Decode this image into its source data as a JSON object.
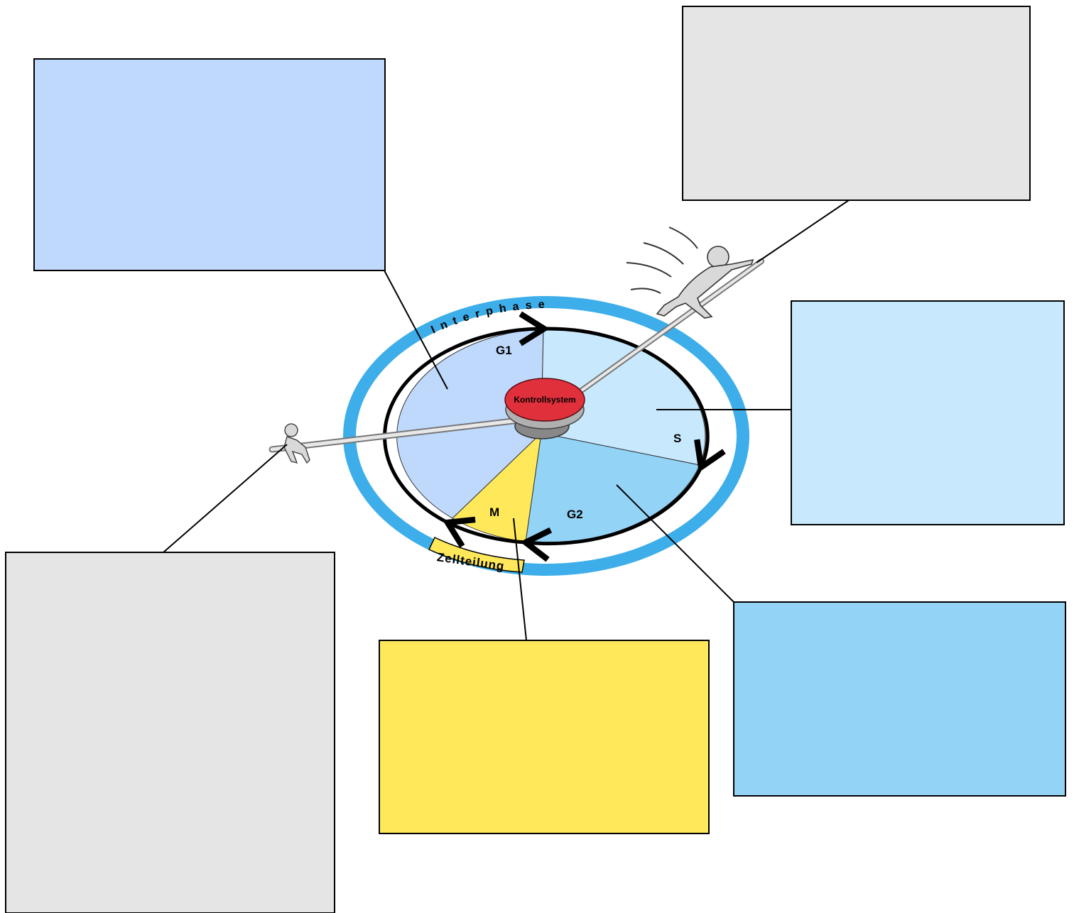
{
  "diagram": {
    "ring_label": "Interphase",
    "division_label": "Zellteilung",
    "center_label": "Kontrollsystem",
    "phases": [
      {
        "id": "g1",
        "label": "G1",
        "color": "#bfd9fd"
      },
      {
        "id": "s",
        "label": "S",
        "color": "#c8e9fd"
      },
      {
        "id": "g2",
        "label": "G2",
        "color": "#93d3f6"
      },
      {
        "id": "m",
        "label": "M",
        "color": "#ffe95a"
      }
    ],
    "colors": {
      "outer_ring": "#3daee9",
      "division_band": "#ffe95a",
      "center_button": "#e0303c",
      "box_gray": "#e5e5e5",
      "box_g1": "#bfd9fd",
      "box_s": "#c8e9fd",
      "box_g2": "#93d3f6",
      "box_m": "#ffe95a"
    },
    "boxes": [
      {
        "id": "box-g1",
        "text": ""
      },
      {
        "id": "box-top-right",
        "text": ""
      },
      {
        "id": "box-s",
        "text": ""
      },
      {
        "id": "box-g2",
        "text": ""
      },
      {
        "id": "box-m",
        "text": ""
      },
      {
        "id": "box-bottom-left",
        "text": ""
      }
    ]
  }
}
